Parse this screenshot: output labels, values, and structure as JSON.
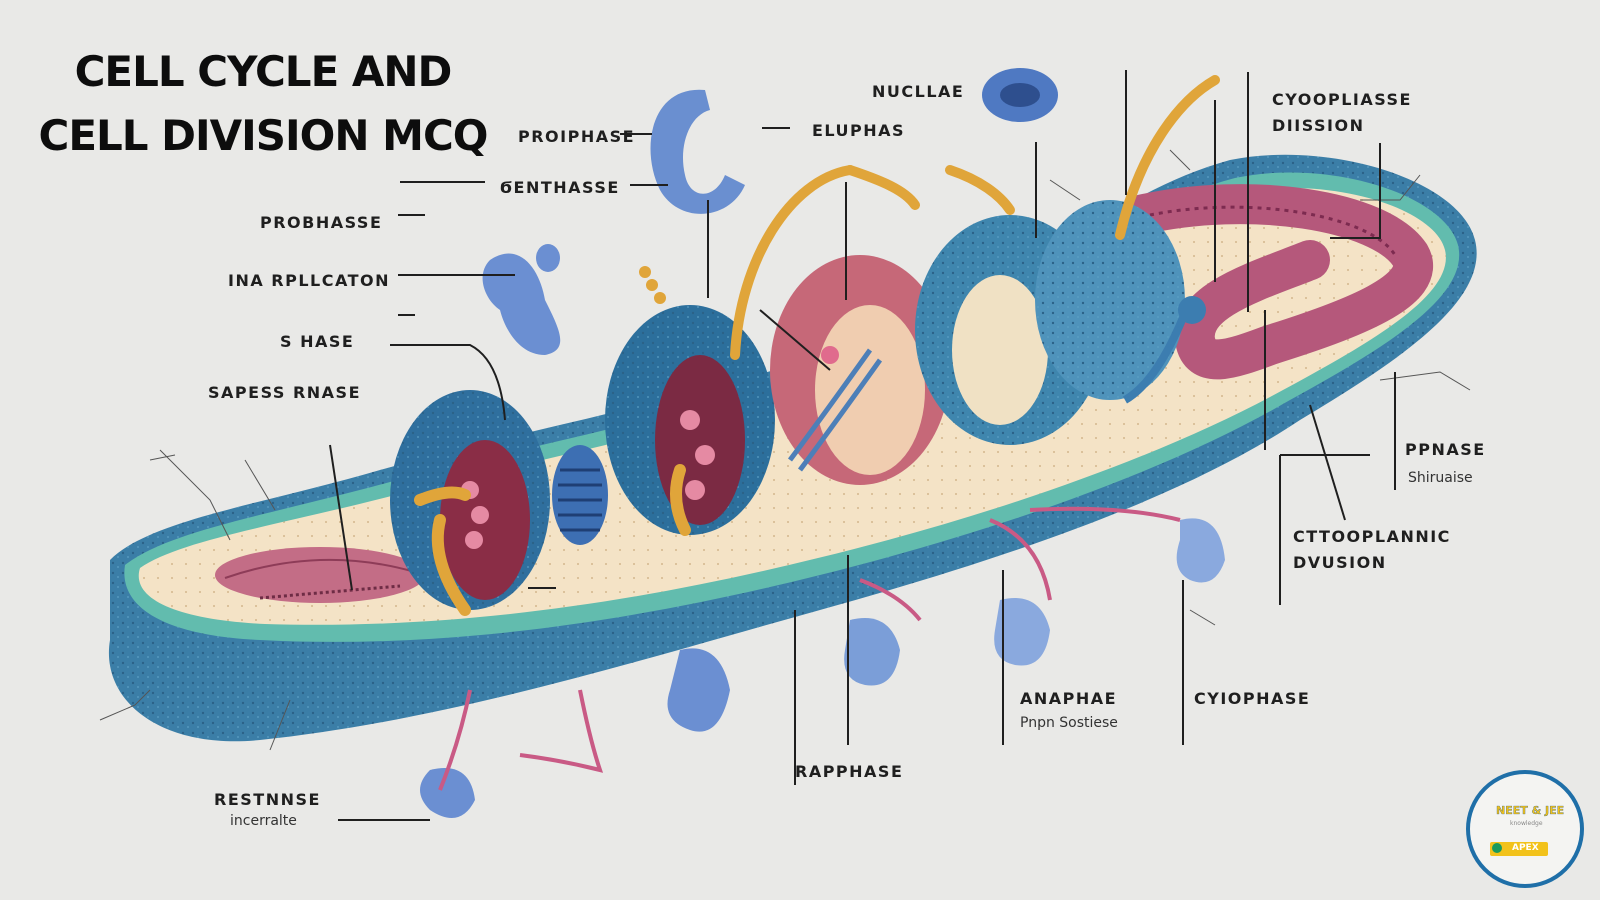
{
  "title": {
    "line1": "CELL CYCLE AND",
    "line2": "CELL DIVISION MCQ"
  },
  "labels": {
    "nucllae": "NUCLLAE",
    "proiphase": "PROIPHASE",
    "eluphas": "ELUPHAS",
    "cyooplisse": "CYOOPLIASSE",
    "diission": "DIISSION",
    "genthasse": "ϬENTHASSE",
    "probhasse": "PROBHASSE",
    "ina_rpllcaton": "INA RPLLCATON",
    "s_hase": "S HASE",
    "sapess_rnase": "SAPESS RNASE",
    "ppnase": "PPNASE",
    "shiruaise": "Shiruaise",
    "cttooplannic": "CTTOOPLANNIC",
    "dvusion": "DVUSION",
    "anaphae": "ANAPHAE",
    "pnpn_sostiese": "Pnpn Sostiese",
    "cyiophase": "CYIOPHASE",
    "rapphase": "RAPPHASE",
    "restnnse": "RESTNNSE",
    "incerralte": "incerralte"
  },
  "logo": {
    "text": "NEET & JEE",
    "sub": "knowledge",
    "pill": "APEX"
  },
  "colors": {
    "background": "#e9e9e7",
    "cell_outer": "#3a7fa8",
    "cell_rim": "#5fb8ad",
    "cytoplasm": "#f4e3c6",
    "chromosome_pink": "#c0566e",
    "spindle_gold": "#e0a53a",
    "logo_ring": "#1f6fa8"
  }
}
